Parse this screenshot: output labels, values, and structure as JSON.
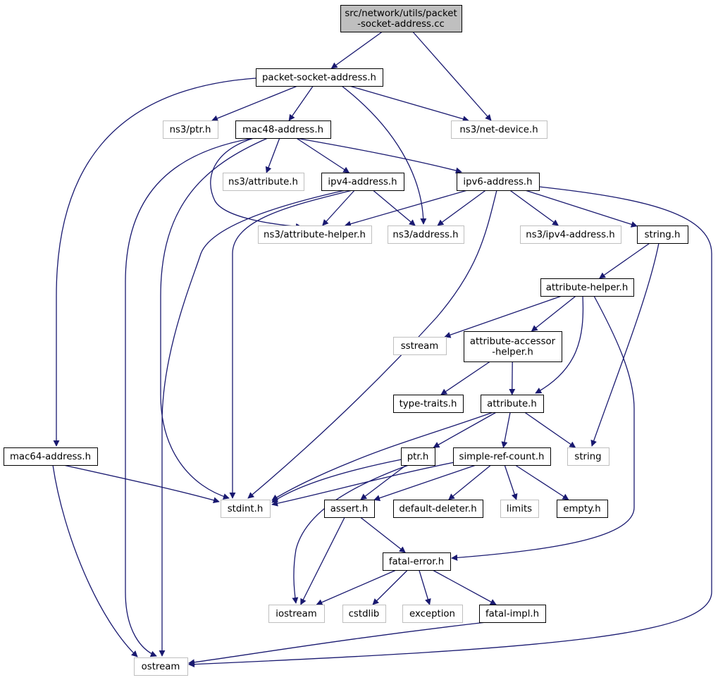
{
  "diagram": {
    "type": "include-dependency-graph",
    "root": "cc",
    "colors": {
      "root_fill": "#bfbfbf",
      "node_border": "#000000",
      "missing_border": "#bfbfbf",
      "edge": "#191970",
      "background": "#ffffff"
    },
    "nodes": [
      {
        "id": "cc",
        "lines": [
          "src/network/utils/packet",
          "-socket-address.cc"
        ],
        "style": "root"
      },
      {
        "id": "psa",
        "lines": [
          "packet-socket-address.h"
        ],
        "style": "normal"
      },
      {
        "id": "ns3ptr",
        "lines": [
          "ns3/ptr.h"
        ],
        "style": "missing"
      },
      {
        "id": "mac48",
        "lines": [
          "mac48-address.h"
        ],
        "style": "normal"
      },
      {
        "id": "netdev",
        "lines": [
          "ns3/net-device.h"
        ],
        "style": "missing"
      },
      {
        "id": "ns3attr",
        "lines": [
          "ns3/attribute.h"
        ],
        "style": "missing"
      },
      {
        "id": "ipv4",
        "lines": [
          "ipv4-address.h"
        ],
        "style": "normal"
      },
      {
        "id": "ipv6",
        "lines": [
          "ipv6-address.h"
        ],
        "style": "normal"
      },
      {
        "id": "ns3attrhelper",
        "lines": [
          "ns3/attribute-helper.h"
        ],
        "style": "missing"
      },
      {
        "id": "ns3address",
        "lines": [
          "ns3/address.h"
        ],
        "style": "missing"
      },
      {
        "id": "ns3ipv4",
        "lines": [
          "ns3/ipv4-address.h"
        ],
        "style": "missing"
      },
      {
        "id": "string_h",
        "lines": [
          "string.h"
        ],
        "style": "normal"
      },
      {
        "id": "attrhelper",
        "lines": [
          "attribute-helper.h"
        ],
        "style": "normal"
      },
      {
        "id": "sstream",
        "lines": [
          "sstream"
        ],
        "style": "missing"
      },
      {
        "id": "accessor",
        "lines": [
          "attribute-accessor",
          "-helper.h"
        ],
        "style": "normal"
      },
      {
        "id": "typetraits",
        "lines": [
          "type-traits.h"
        ],
        "style": "normal"
      },
      {
        "id": "attribute",
        "lines": [
          "attribute.h"
        ],
        "style": "normal"
      },
      {
        "id": "mac64",
        "lines": [
          "mac64-address.h"
        ],
        "style": "normal"
      },
      {
        "id": "ptr",
        "lines": [
          "ptr.h"
        ],
        "style": "normal"
      },
      {
        "id": "simplerc",
        "lines": [
          "simple-ref-count.h"
        ],
        "style": "normal"
      },
      {
        "id": "string",
        "lines": [
          "string"
        ],
        "style": "missing"
      },
      {
        "id": "stdint",
        "lines": [
          "stdint.h"
        ],
        "style": "missing"
      },
      {
        "id": "assert",
        "lines": [
          "assert.h"
        ],
        "style": "normal"
      },
      {
        "id": "defdeleter",
        "lines": [
          "default-deleter.h"
        ],
        "style": "normal"
      },
      {
        "id": "limits",
        "lines": [
          "limits"
        ],
        "style": "missing"
      },
      {
        "id": "empty",
        "lines": [
          "empty.h"
        ],
        "style": "normal"
      },
      {
        "id": "fatalerror",
        "lines": [
          "fatal-error.h"
        ],
        "style": "normal"
      },
      {
        "id": "iostream",
        "lines": [
          "iostream"
        ],
        "style": "missing"
      },
      {
        "id": "cstdlib",
        "lines": [
          "cstdlib"
        ],
        "style": "missing"
      },
      {
        "id": "exception",
        "lines": [
          "exception"
        ],
        "style": "missing"
      },
      {
        "id": "fatalimpl",
        "lines": [
          "fatal-impl.h"
        ],
        "style": "normal"
      },
      {
        "id": "ostream",
        "lines": [
          "ostream"
        ],
        "style": "missing"
      }
    ],
    "edges": [
      {
        "from": "cc",
        "to": "psa"
      },
      {
        "from": "cc",
        "to": "netdev"
      },
      {
        "from": "psa",
        "to": "mac64"
      },
      {
        "from": "psa",
        "to": "ns3ptr"
      },
      {
        "from": "psa",
        "to": "mac48"
      },
      {
        "from": "psa",
        "to": "netdev"
      },
      {
        "from": "psa",
        "to": "ns3address"
      },
      {
        "from": "mac48",
        "to": "ostream"
      },
      {
        "from": "mac48",
        "to": "stdint"
      },
      {
        "from": "mac48",
        "to": "ns3attrhelper"
      },
      {
        "from": "mac48",
        "to": "ns3attr"
      },
      {
        "from": "mac48",
        "to": "ipv4"
      },
      {
        "from": "mac48",
        "to": "ipv6"
      },
      {
        "from": "ipv4",
        "to": "ostream"
      },
      {
        "from": "ipv4",
        "to": "stdint"
      },
      {
        "from": "ipv4",
        "to": "ns3attrhelper"
      },
      {
        "from": "ipv4",
        "to": "ns3address"
      },
      {
        "from": "ipv6",
        "to": "ns3attrhelper"
      },
      {
        "from": "ipv6",
        "to": "ns3address"
      },
      {
        "from": "ipv6",
        "to": "stdint"
      },
      {
        "from": "ipv6",
        "to": "ns3ipv4"
      },
      {
        "from": "ipv6",
        "to": "string_h"
      },
      {
        "from": "ipv6",
        "to": "ostream"
      },
      {
        "from": "string_h",
        "to": "attrhelper"
      },
      {
        "from": "string_h",
        "to": "string"
      },
      {
        "from": "attrhelper",
        "to": "sstream"
      },
      {
        "from": "attrhelper",
        "to": "accessor"
      },
      {
        "from": "attrhelper",
        "to": "attribute"
      },
      {
        "from": "attrhelper",
        "to": "fatalerror"
      },
      {
        "from": "accessor",
        "to": "typetraits"
      },
      {
        "from": "accessor",
        "to": "attribute"
      },
      {
        "from": "attribute",
        "to": "stdint"
      },
      {
        "from": "attribute",
        "to": "ptr"
      },
      {
        "from": "attribute",
        "to": "simplerc"
      },
      {
        "from": "attribute",
        "to": "string"
      },
      {
        "from": "mac64",
        "to": "stdint"
      },
      {
        "from": "mac64",
        "to": "ostream"
      },
      {
        "from": "ptr",
        "to": "stdint"
      },
      {
        "from": "ptr",
        "to": "assert"
      },
      {
        "from": "ptr",
        "to": "iostream"
      },
      {
        "from": "simplerc",
        "to": "stdint"
      },
      {
        "from": "simplerc",
        "to": "assert"
      },
      {
        "from": "simplerc",
        "to": "defdeleter"
      },
      {
        "from": "simplerc",
        "to": "limits"
      },
      {
        "from": "simplerc",
        "to": "empty"
      },
      {
        "from": "assert",
        "to": "iostream"
      },
      {
        "from": "assert",
        "to": "fatalerror"
      },
      {
        "from": "fatalerror",
        "to": "iostream"
      },
      {
        "from": "fatalerror",
        "to": "cstdlib"
      },
      {
        "from": "fatalerror",
        "to": "exception"
      },
      {
        "from": "fatalerror",
        "to": "fatalimpl"
      },
      {
        "from": "fatalimpl",
        "to": "ostream"
      }
    ]
  }
}
